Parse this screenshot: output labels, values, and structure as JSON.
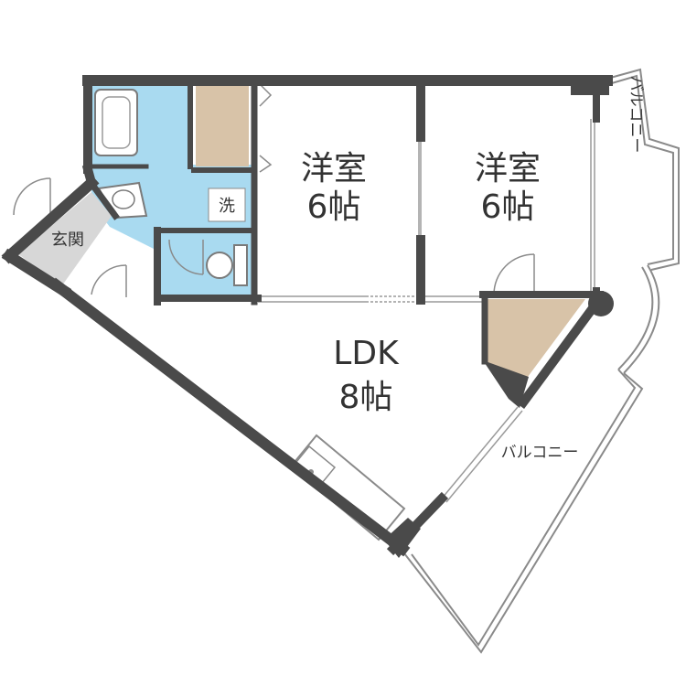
{
  "colors": {
    "wall": "#4a4a4a",
    "wet_area": "#a9daf0",
    "storage": "#d8c3a8",
    "entrance": "#d7d7d7",
    "outline": "#8a8a8a",
    "text": "#333333"
  },
  "rooms": {
    "western_room_1": {
      "name": "洋室",
      "size": "6帖"
    },
    "western_room_2": {
      "name": "洋室",
      "size": "6帖"
    },
    "ldk": {
      "name": "LDK",
      "size": "8帖"
    },
    "entrance": {
      "name": "玄関"
    },
    "washroom": {
      "name": "洗"
    },
    "balcony_right": {
      "name": "バルコニー"
    },
    "balcony_bottom": {
      "name": "バルコニー"
    }
  }
}
